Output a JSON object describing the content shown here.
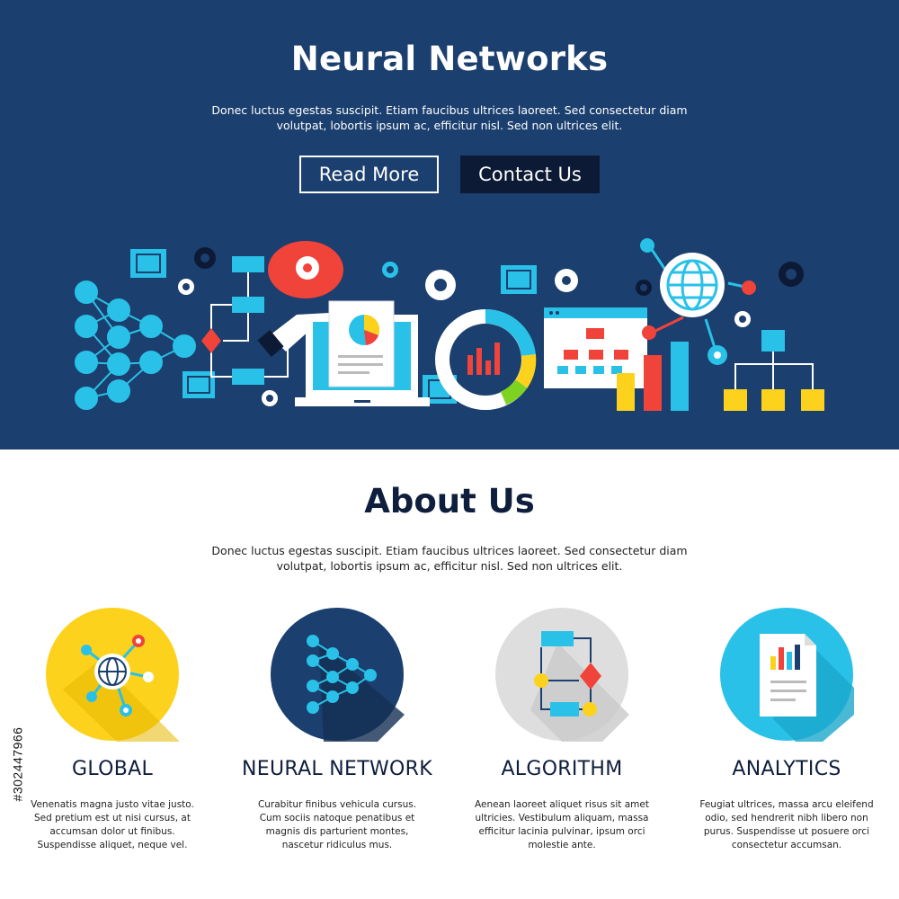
{
  "hero": {
    "title": "Neural Networks",
    "text": "Donec luctus egestas suscipit. Etiam faucibus ultrices laoreet. Sed consectetur diam volutpat, lobortis ipsum ac, efficitur nisl. Sed non ultrices elit.",
    "read_more_label": "Read More",
    "contact_label": "Contact Us"
  },
  "about": {
    "title": "About Us",
    "text": "Donec luctus egestas suscipit. Etiam faucibus ultrices laoreet. Sed consectetur diam volutpat, lobortis ipsum ac, efficitur nisl. Sed non ultrices elit."
  },
  "features": [
    {
      "icon": "globe-network-icon",
      "title": "GLOBAL",
      "text": "Venenatis magna justo vitae justo. Sed pretium est ut nisi cursus, at accumsan dolor ut finibus. Suspendisse aliquet, neque vel."
    },
    {
      "icon": "neural-network-icon",
      "title": "NEURAL NETWORK",
      "text": "Curabitur finibus vehicula cursus. Cum sociis natoque penatibus et magnis dis parturient montes, nascetur ridiculus mus."
    },
    {
      "icon": "flowchart-icon",
      "title": "ALGORITHM",
      "text": "Aenean laoreet aliquet risus sit amet ultricies. Vestibulum aliquam, massa efficitur lacinia pulvinar, ipsum orci molestie ante."
    },
    {
      "icon": "analytics-document-icon",
      "title": "ANALYTICS",
      "text": "Feugiat ultrices, massa arcu eleifend odio, sed hendrerit nibh libero non purus. Suspendisse ut posuere orci consectetur accumsan."
    }
  ],
  "side_id": "#302447966",
  "colors": {
    "hero_bg": "#1b3f6e",
    "dark_button": "#0d1a35",
    "cyan": "#29c1e8",
    "yellow": "#fcd21c",
    "red": "#f0433a",
    "green": "#7ed321"
  }
}
